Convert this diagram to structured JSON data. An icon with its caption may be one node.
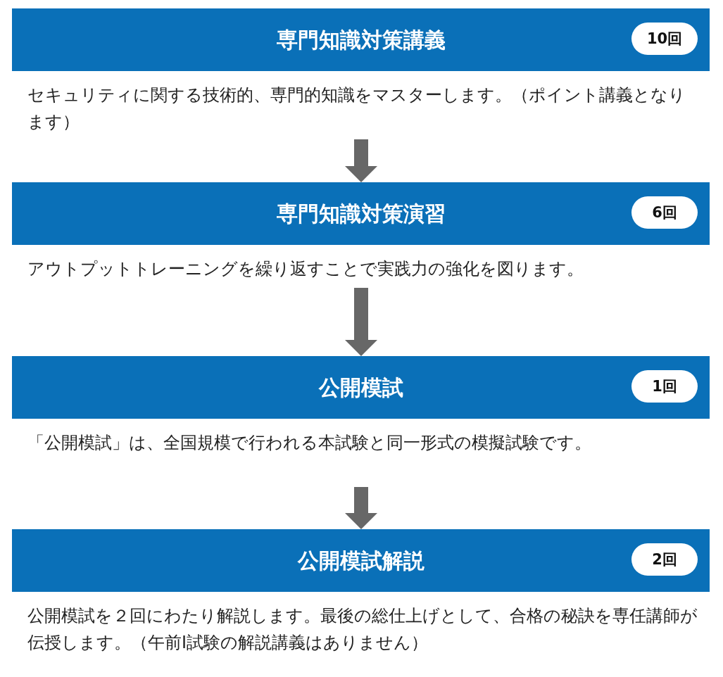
{
  "diagram": {
    "nodes": [
      {
        "text": [
          "専門知識対策講義",
          "セキュリティに関する技術的、専門的知識をマスターします。（ポイント講義となります）"
        ]
      },
      {
        "text": [
          "10回"
        ],
        "in": 0
      },
      {
        "text": [
          "専門知識対策演習",
          "アウトプットトレーニングを繰り返すことで実践力の強化を図ります。"
        ]
      },
      {
        "text": [
          "6回"
        ],
        "in": 2
      },
      {
        "text": [
          "公開模試",
          "「公開模試」は、全国規模で行われる本試験と同一形式の模擬試験です。"
        ]
      },
      {
        "text": [
          "1回"
        ],
        "in": 4
      },
      {
        "text": [
          "公開模試解説",
          "公開模試を２回にわたり解説します。最後の総仕上げとして、合格の秘訣を専任講師が伝授します。（午前Ⅰ試験の解説講義はありません）"
        ]
      },
      {
        "text": [
          "2回"
        ],
        "in": 6
      }
    ],
    "edges": [
      {
        "from": 0,
        "to": 2,
        "arrow": "to"
      },
      {
        "from": 2,
        "to": 4,
        "arrow": "to"
      },
      {
        "from": 4,
        "to": 6,
        "arrow": "to"
      }
    ]
  }
}
